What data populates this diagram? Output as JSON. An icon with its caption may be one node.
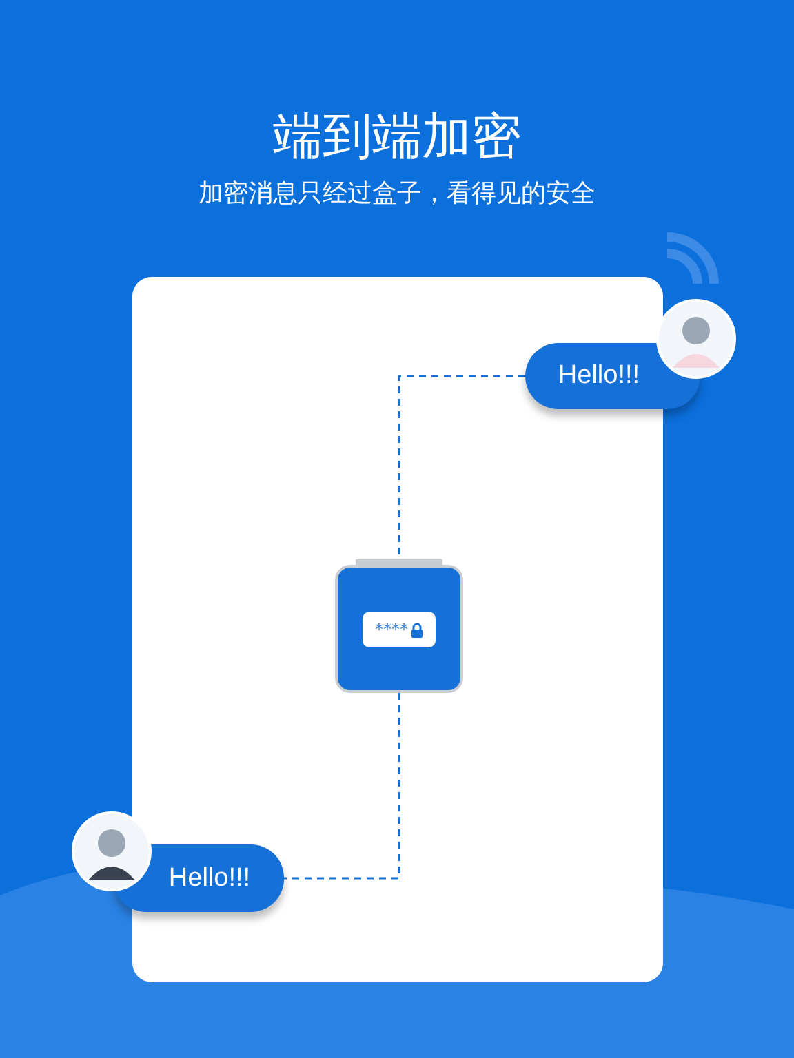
{
  "diagram": {
    "title": "端到端加密",
    "caption": "加密消息只经过盒子，看得见的安全",
    "nodes": [
      {
        "text": [
          "Hello!!!"
        ]
      },
      {
        "text": [
          "****"
        ]
      },
      {
        "text": [
          "Hello!!!"
        ]
      }
    ],
    "edges": [
      {
        "from": 0,
        "to": 1,
        "arrow": "none",
        "style": "dashed"
      },
      {
        "from": 1,
        "to": 2,
        "arrow": "none",
        "style": "dashed"
      }
    ]
  }
}
